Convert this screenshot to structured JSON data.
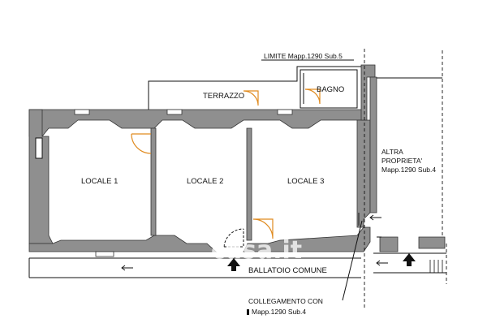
{
  "rooms": {
    "locale_1": "LOCALE 1",
    "locale_2": "LOCALE 2",
    "locale_3": "LOCALE 3",
    "terrazzo": "TERRAZZO",
    "bagno": "BAGNO"
  },
  "ballatoio": "BALLATOIO COMUNE",
  "limite": "LIMITE Mapp.1290 Sub.5",
  "altra_proprieta": {
    "line1": "ALTRA",
    "line2": "PROPRIETA'",
    "line3": "Mapp.1290 Sub.4"
  },
  "collegamento": {
    "line1": "COLLEGAMENTO CON",
    "line2": "Mapp.1290 Sub.4"
  },
  "watermark": "casa.it",
  "colors": {
    "wall": "#8f8f8f",
    "wall_stroke": "#333333",
    "door": "#e08a1e",
    "line": "#111111"
  }
}
